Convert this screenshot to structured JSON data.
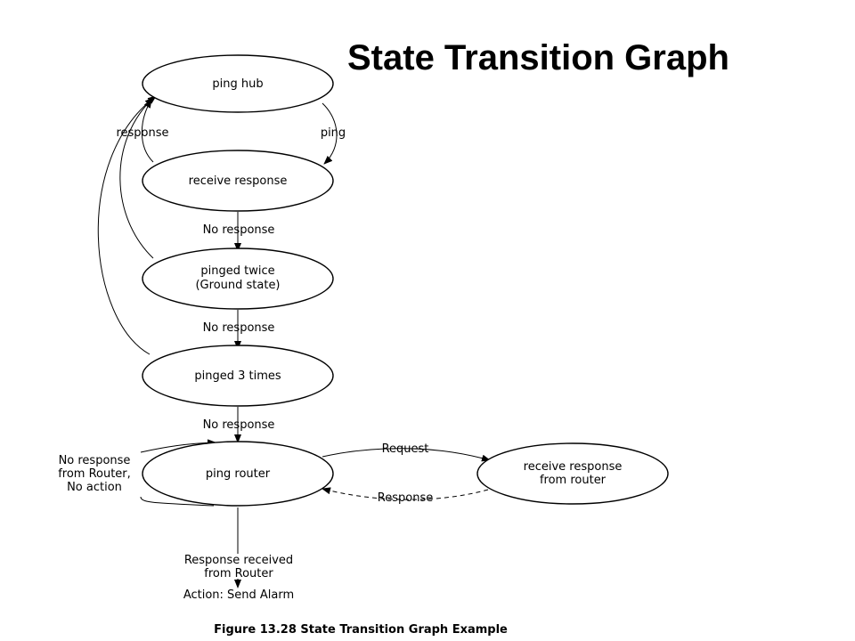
{
  "title": "State Transition Graph",
  "caption": "Figure 13.28 State Transition Graph Example",
  "states": {
    "ping_hub": "ping hub",
    "receive_response": "receive response",
    "pinged_twice_1": "pinged twice",
    "pinged_twice_2": "(Ground state)",
    "pinged_3_times": "pinged 3 times",
    "ping_router": "ping router",
    "receive_from_router_1": "receive response",
    "receive_from_router_2": "from router"
  },
  "edges": {
    "response": "response",
    "ping": "ping",
    "no_response_1": "No response",
    "no_response_2": "No response",
    "no_response_3": "No response",
    "request": "Request",
    "router_response": "Response",
    "no_router_1": "No response",
    "no_router_2": "from Router,",
    "no_router_3": "No action",
    "received_1": "Response  received",
    "received_2": "from Router",
    "received_3": "Action: Send Alarm"
  }
}
